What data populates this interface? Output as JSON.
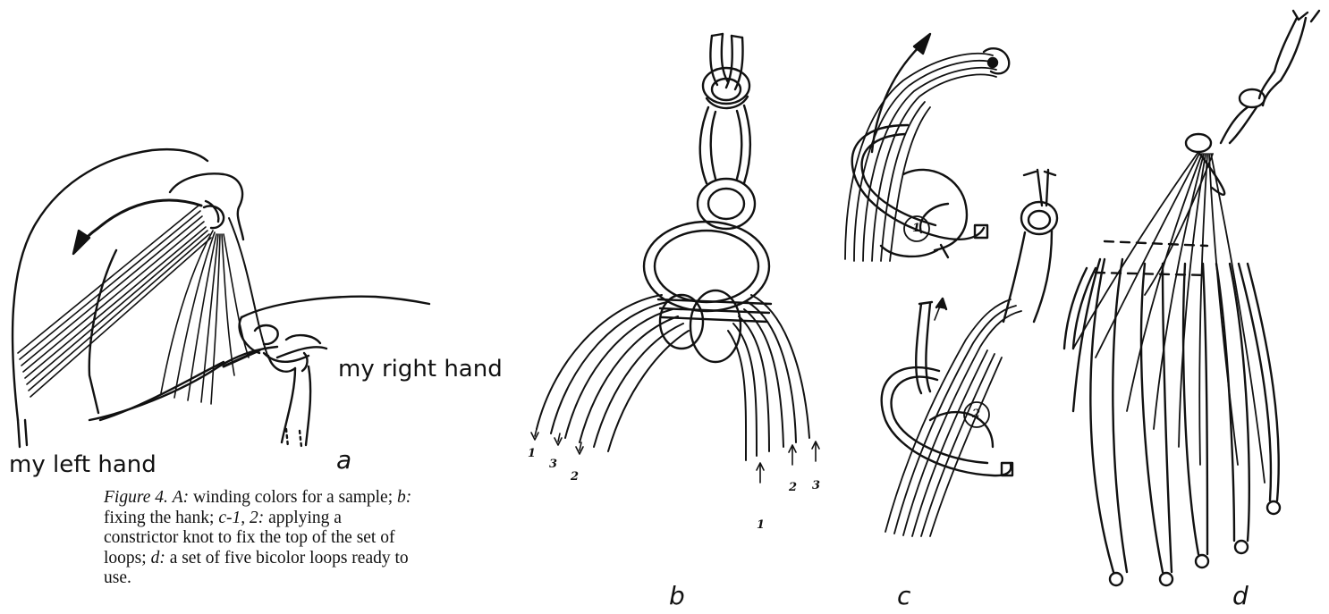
{
  "labels": {
    "right_hand": "my right hand",
    "left_hand": "my left hand",
    "panel_a": "a",
    "panel_b": "b",
    "panel_c": "c",
    "panel_d": "d"
  },
  "panel_b_numbers": {
    "left": [
      "1",
      "3",
      "2"
    ],
    "right": [
      "1",
      "2",
      "3"
    ]
  },
  "panel_c_steps": [
    "1",
    "2"
  ],
  "caption": {
    "figure": "Figure 4.",
    "a_key": "A:",
    "a_text": " winding colors for a sample; ",
    "b_key": "b:",
    "b_text": " fixing the hank; ",
    "c_key": "c-1, 2:",
    "c_text": " applying a constrictor knot to fix the top of the set of loops; ",
    "d_key": "d:",
    "d_text": " a set of five bicolor loops ready to use."
  }
}
